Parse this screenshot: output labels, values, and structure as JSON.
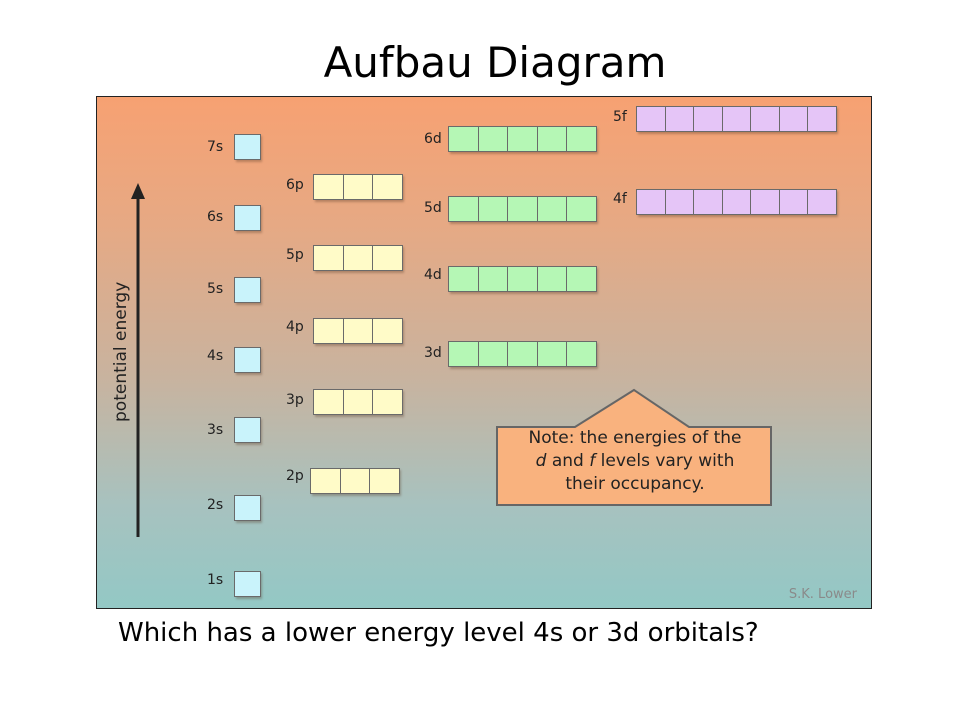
{
  "title": "Aufbau Diagram",
  "question": "Which has a lower energy level 4s or 3d orbitals?",
  "diagram": {
    "axis_label": "potential energy",
    "credit": "S.K. Lower",
    "note": {
      "line1": "Note: the energies of the",
      "line2_d": "d",
      "line2_mid": " and ",
      "line2_f": "f",
      "line2_end": " levels vary with",
      "line3": "their occupancy."
    },
    "sublevels": [
      {
        "label": "1s",
        "type": "s",
        "orbitals": 1
      },
      {
        "label": "2s",
        "type": "s",
        "orbitals": 1
      },
      {
        "label": "3s",
        "type": "s",
        "orbitals": 1
      },
      {
        "label": "4s",
        "type": "s",
        "orbitals": 1
      },
      {
        "label": "5s",
        "type": "s",
        "orbitals": 1
      },
      {
        "label": "6s",
        "type": "s",
        "orbitals": 1
      },
      {
        "label": "7s",
        "type": "s",
        "orbitals": 1
      },
      {
        "label": "2p",
        "type": "p",
        "orbitals": 3
      },
      {
        "label": "3p",
        "type": "p",
        "orbitals": 3
      },
      {
        "label": "4p",
        "type": "p",
        "orbitals": 3
      },
      {
        "label": "5p",
        "type": "p",
        "orbitals": 3
      },
      {
        "label": "6p",
        "type": "p",
        "orbitals": 3
      },
      {
        "label": "3d",
        "type": "d",
        "orbitals": 5
      },
      {
        "label": "4d",
        "type": "d",
        "orbitals": 5
      },
      {
        "label": "5d",
        "type": "d",
        "orbitals": 5
      },
      {
        "label": "6d",
        "type": "d",
        "orbitals": 5
      },
      {
        "label": "4f",
        "type": "f",
        "orbitals": 7
      },
      {
        "label": "5f",
        "type": "f",
        "orbitals": 7
      }
    ],
    "colors": {
      "s": "#c9f3fb",
      "p": "#fffbc8",
      "d": "#b5f7b5",
      "f": "#e5c5f7",
      "note_fill": "#f9b27e",
      "background_top": "#f7a172",
      "background_bottom": "#93c8c5"
    }
  }
}
